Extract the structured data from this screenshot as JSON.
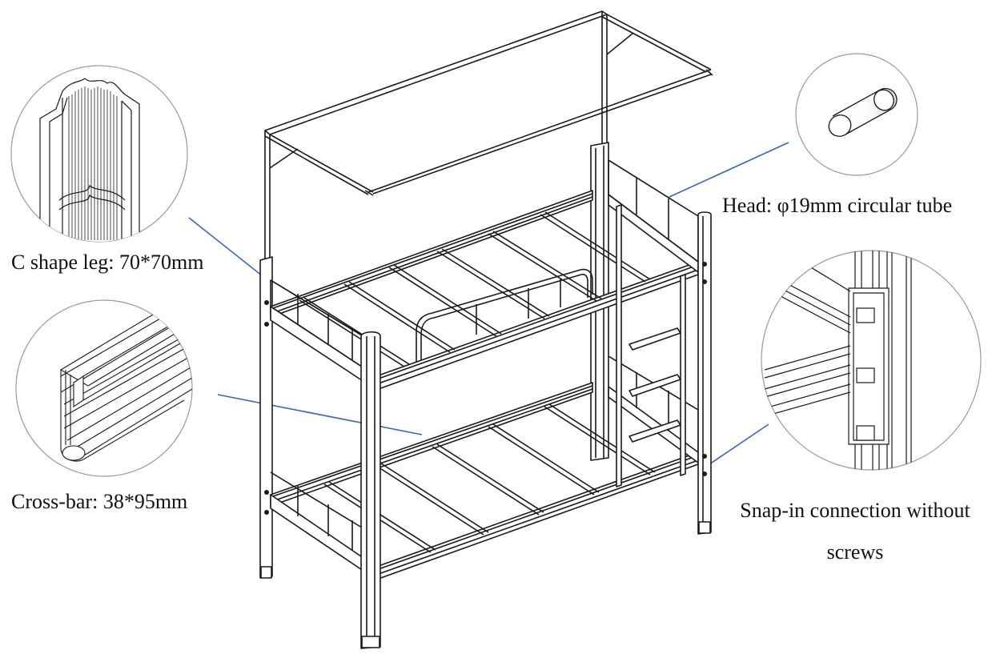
{
  "annotations": {
    "leg": "C shape leg: 70*70mm",
    "crossbar": "Cross-bar: 38*95mm",
    "head": "Head: φ19mm circular tube",
    "snap": "Snap-in connection without screws"
  },
  "colors": {
    "line": "#1a1a1a",
    "leader": "#3c67b4",
    "circle_stroke": "#9a9a9a"
  }
}
